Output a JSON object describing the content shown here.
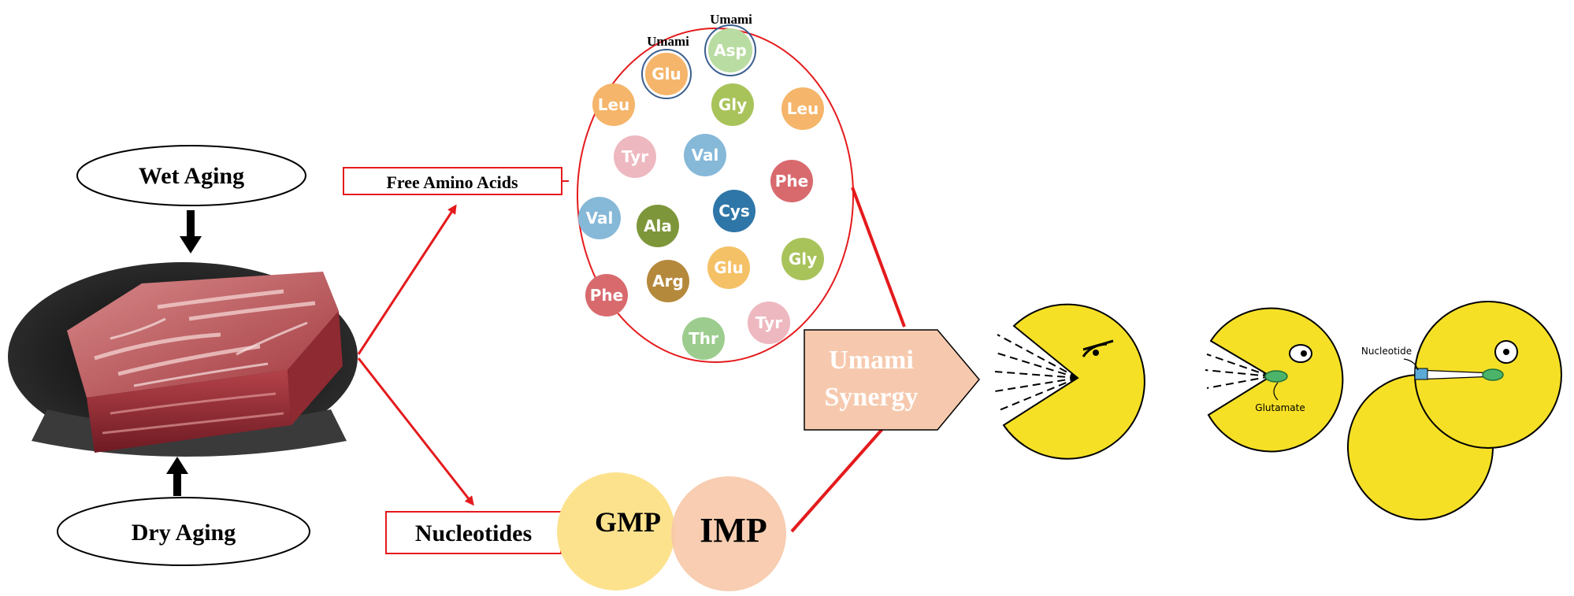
{
  "aging": {
    "wet": "Wet Aging",
    "dry": "Dry Aging"
  },
  "labels": {
    "free_amino_acids": "Free Amino Acids",
    "nucleotides": "Nucleotides",
    "umami_synergy_line1": "Umami",
    "umami_synergy_line2": "Synergy"
  },
  "umami_tags": {
    "glu": "Umami",
    "asp": "Umami"
  },
  "amino_acids": [
    {
      "name": "Asp",
      "color": "#b9dca2"
    },
    {
      "name": "Glu",
      "color": "#f5b56a"
    },
    {
      "name": "Leu",
      "color": "#f5b56a"
    },
    {
      "name": "Gly",
      "color": "#a9c35b"
    },
    {
      "name": "Leu",
      "color": "#f5b56a"
    },
    {
      "name": "Tyr",
      "color": "#eeb8c0"
    },
    {
      "name": "Val",
      "color": "#86b8d8"
    },
    {
      "name": "Phe",
      "color": "#d86a6e"
    },
    {
      "name": "Val",
      "color": "#86b8d8"
    },
    {
      "name": "Ala",
      "color": "#7e963a"
    },
    {
      "name": "Cys",
      "color": "#2f76a8"
    },
    {
      "name": "Gly",
      "color": "#a9c35b"
    },
    {
      "name": "Arg",
      "color": "#b5893c"
    },
    {
      "name": "Glu",
      "color": "#f5c167"
    },
    {
      "name": "Phe",
      "color": "#d86a6e"
    },
    {
      "name": "Thr",
      "color": "#9ccd8e"
    },
    {
      "name": "Tyr",
      "color": "#eeb8c0"
    }
  ],
  "nucleotide_circles": [
    {
      "name": "GMP",
      "color": "#fde28e"
    },
    {
      "name": "IMP",
      "color": "#f7c8a9"
    }
  ],
  "pacman_labels": {
    "glutamate": "Glutamate",
    "nucleotide": "Nucleotide"
  },
  "colors": {
    "accent_red": "#e41a1c",
    "synergy_fill": "#f6c9ae",
    "pacman_yellow": "#f5e026",
    "glutamate_green": "#4bb46a",
    "nucleotide_blue": "#5aa9d6"
  }
}
